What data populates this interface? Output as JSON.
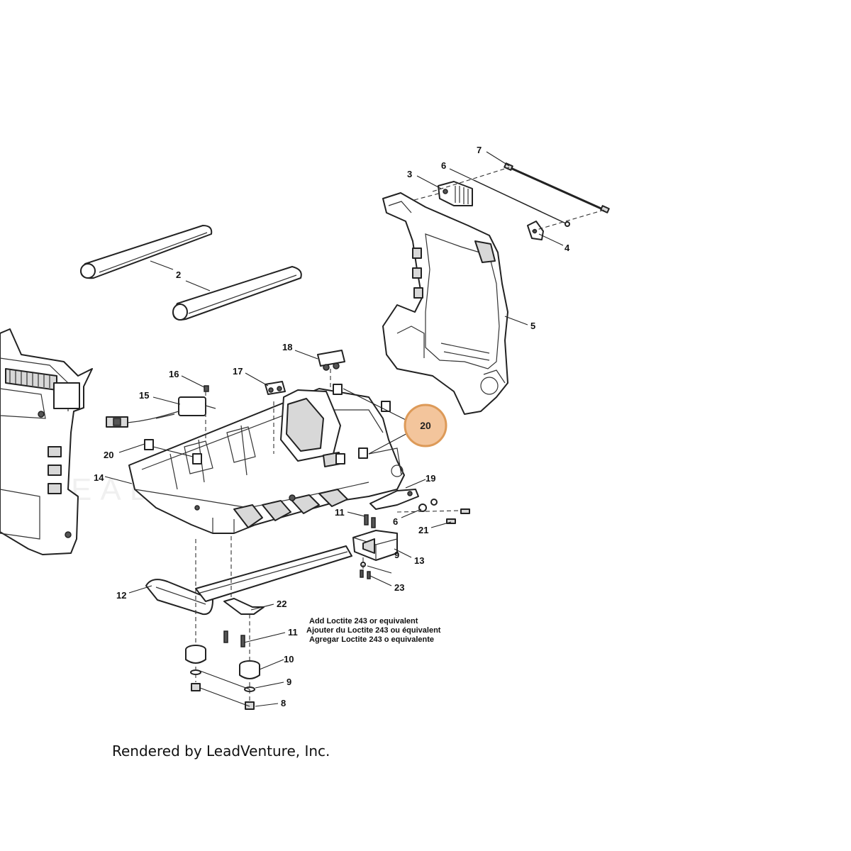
{
  "diagram": {
    "callouts": {
      "c2": "2",
      "c3": "3",
      "c4": "4",
      "c5": "5",
      "c6a": "6",
      "c6b": "6",
      "c7": "7",
      "c8": "8",
      "c9a": "9",
      "c9b": "9",
      "c10": "10",
      "c11a": "11",
      "c11b": "11",
      "c12": "12",
      "c13": "13",
      "c14": "14",
      "c15": "15",
      "c16": "16",
      "c17": "17",
      "c18": "18",
      "c19": "19",
      "c20a": "20",
      "c20b": "20",
      "c21": "21",
      "c22": "22",
      "c23": "23"
    },
    "highlight": {
      "label": "20",
      "fill": "#f3c59c",
      "stroke": "#dd9a58"
    },
    "notes": {
      "line1": "Add Loctite 243 or equivalent",
      "line2": "Ajouter du Loctite 243 ou équivalent",
      "line3": "Agregar Loctite 243 o equivalente"
    },
    "credit": "Rendered by LeadVenture, Inc."
  }
}
